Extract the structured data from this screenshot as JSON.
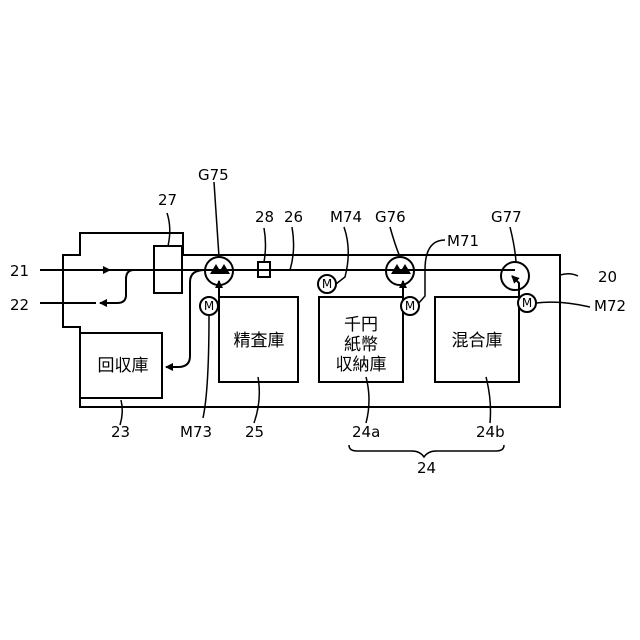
{
  "labels": {
    "inlet": "21",
    "outlet": "22",
    "collection_ref": "23",
    "unit": "20",
    "sensor_27": "27",
    "sensor_28": "28",
    "path_26": "26",
    "gate_75": "G75",
    "gate_76": "G76",
    "gate_77": "G77",
    "motor_71": "M71",
    "motor_72": "M72",
    "motor_73": "M73",
    "motor_74": "M74",
    "settlement_ref": "25",
    "thousand_ref": "24a",
    "mixed_ref": "24b",
    "group_ref": "24"
  },
  "boxes": {
    "collection": "回収庫",
    "settlement": "精査庫",
    "thousand_line1": "千円",
    "thousand_line2": "紙幣",
    "thousand_line3": "収納庫",
    "mixed": "混合庫"
  },
  "motor_symbol": "M"
}
